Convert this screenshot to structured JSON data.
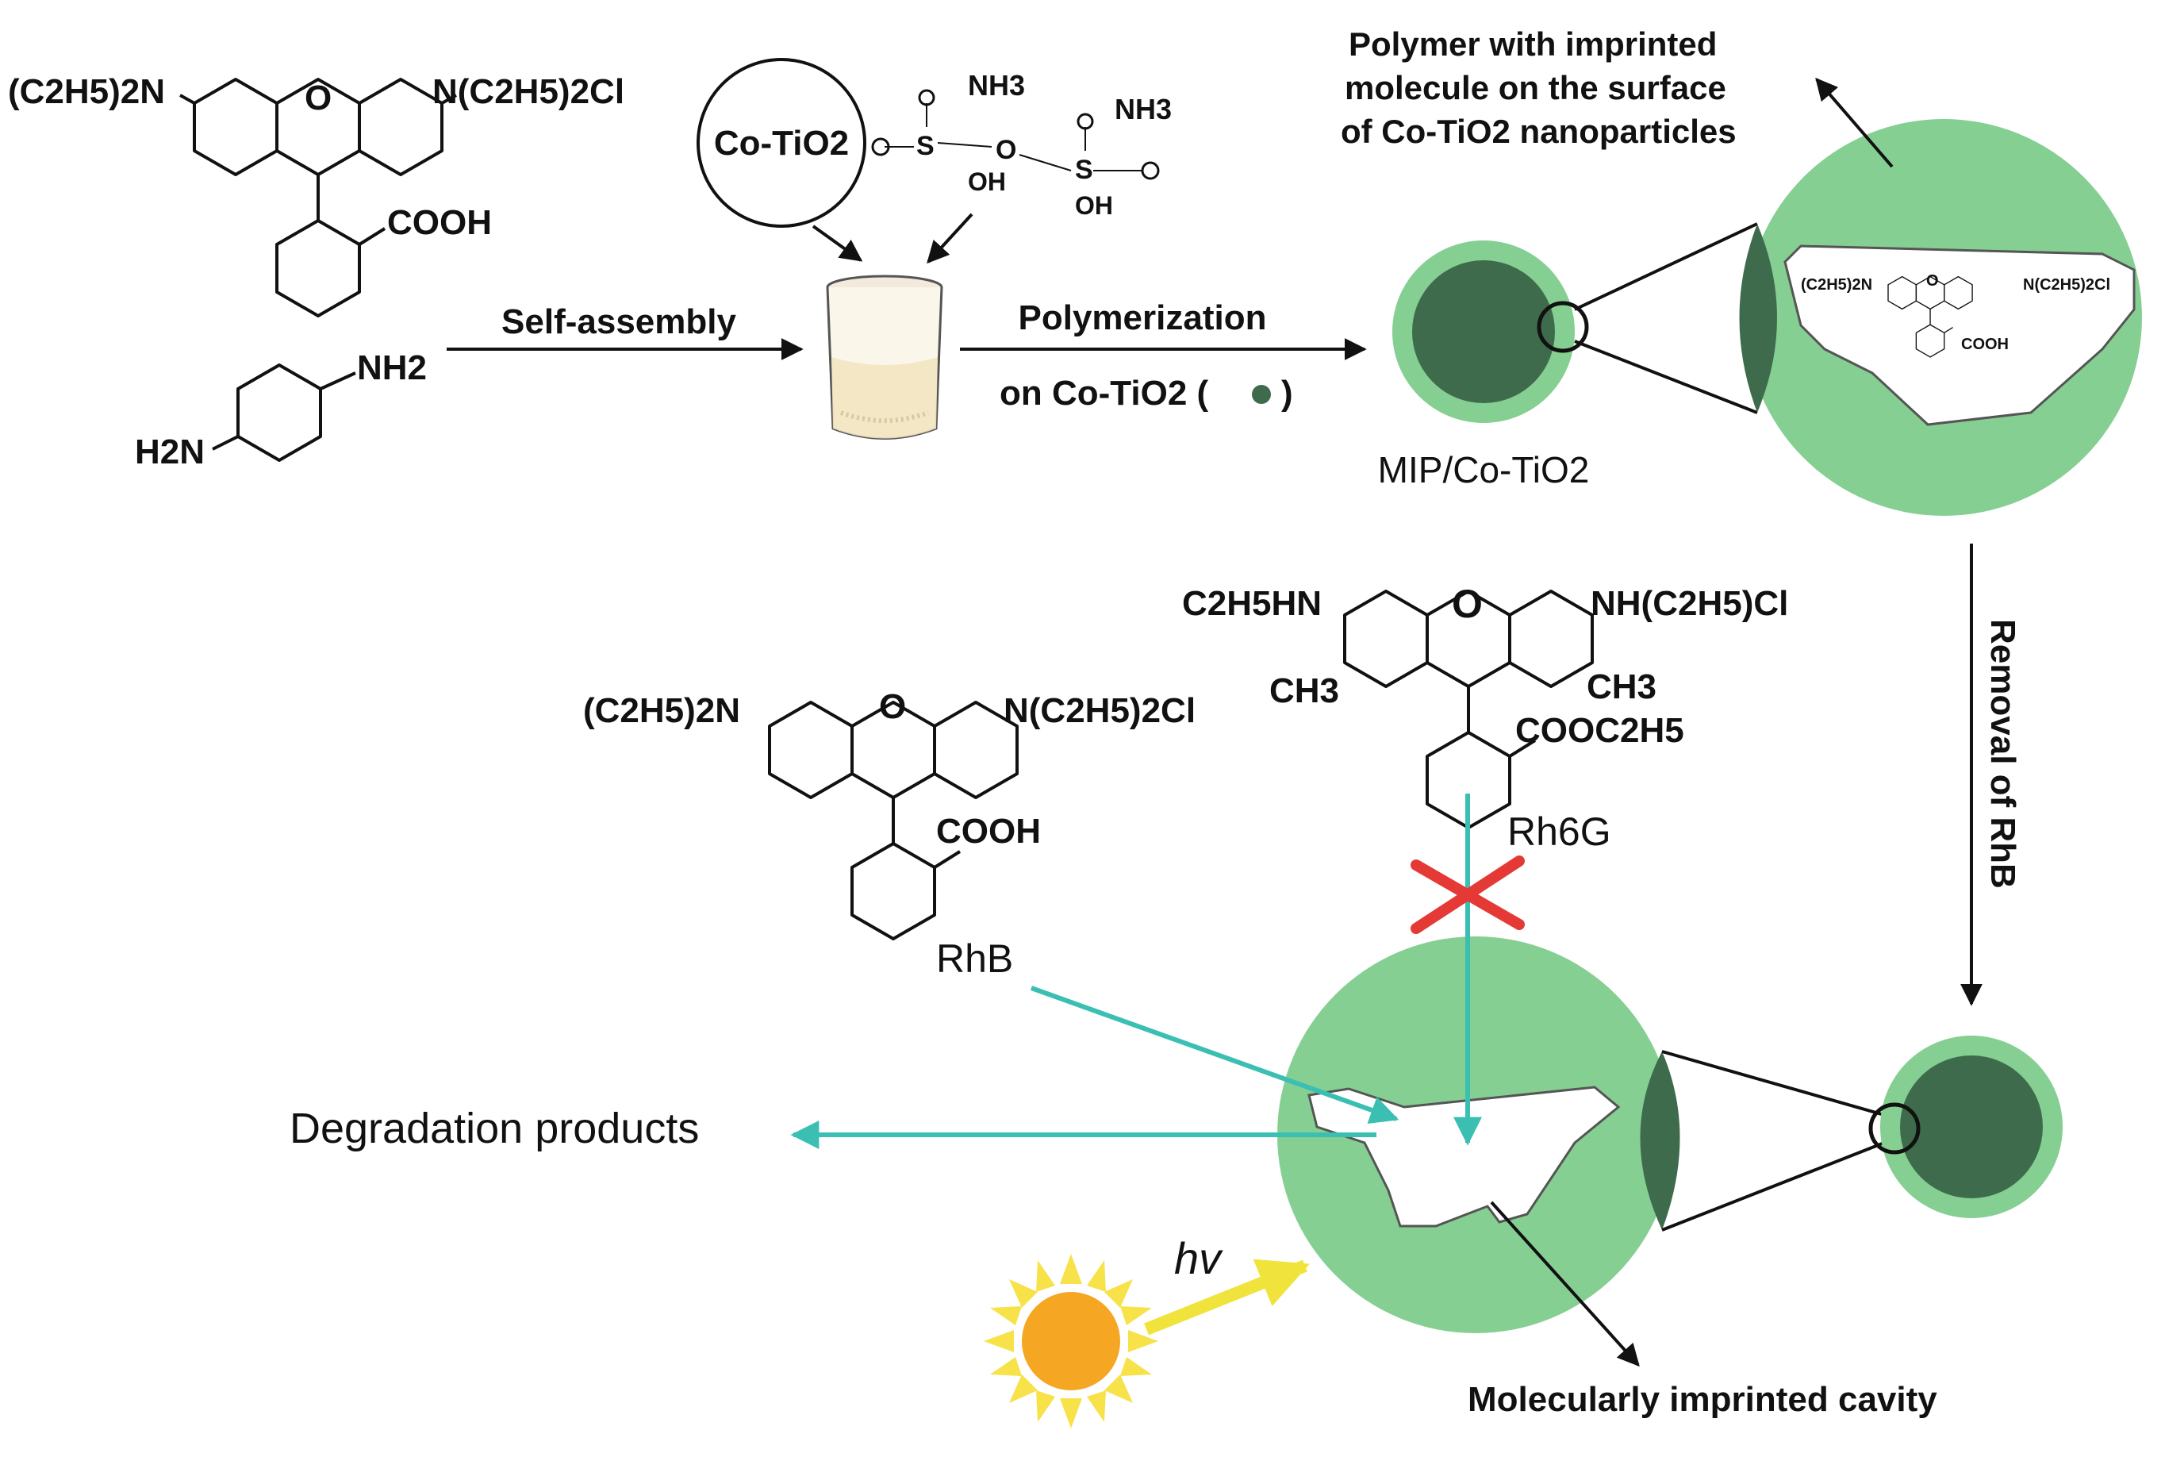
{
  "molecules": {
    "rhb_top": {
      "left_group": "(C2H5)2N",
      "right_group": "N(C2H5)2Cl",
      "ring_o": "O",
      "acid": "COOH"
    },
    "ppd": {
      "nh2_right": "NH2",
      "nh2_left": "H2N"
    },
    "aps": {
      "nh3_a": "NH3",
      "nh3_b": "NH3",
      "oh_a": "OH",
      "oh_b": "OH",
      "s_a": "S",
      "s_b": "S",
      "o": "O"
    },
    "rhb_inset": {
      "left_group": "(C2H5)2N",
      "right_group": "N(C2H5)2Cl",
      "ring_o": "O",
      "acid": "COOH"
    },
    "rh6g": {
      "left_group": "C2H5HN",
      "right_group": "NH(C2H5)Cl",
      "ring_o": "O",
      "ch3_left": "CH3",
      "ch3_right": "CH3",
      "ester": "COOC2H5",
      "name": "Rh6G"
    },
    "rhb_bottom": {
      "left_group": "(C2H5)2N",
      "right_group": "N(C2H5)2Cl",
      "ring_o": "O",
      "acid": "COOH",
      "name": "RhB"
    }
  },
  "labels": {
    "co_tio2": "Co-TiO2",
    "self_assembly": "Self-assembly",
    "polymerization": "Polymerization",
    "on_co_tio2": "on Co-TiO2 (",
    "close_paren": ")",
    "mip": "MIP/Co-TiO2",
    "polymer_line1": "Polymer with imprinted",
    "polymer_line2": "molecule on the surface",
    "polymer_line3": "of Co-TiO2 nanoparticles",
    "removal": "Removal of RhB",
    "degradation": "Degradation  products",
    "hv": "hv",
    "cavity": "Molecularly imprinted cavity"
  },
  "colors": {
    "shell_green": "#85cf92",
    "core_dark_green": "#3e6b4c",
    "teal_arrow": "#3bbfb3",
    "cross_red": "#e53935",
    "sun_orange": "#f5a623",
    "sun_ray": "#f7e24a",
    "light_arrow": "#f0e43c"
  }
}
